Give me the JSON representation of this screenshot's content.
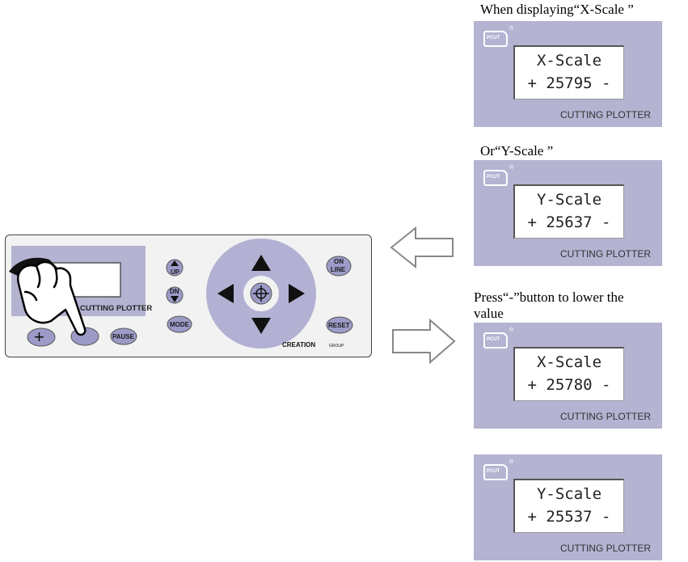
{
  "captions": {
    "c1": "When displaying“X-Scale ”",
    "c2": "Or“Y-Scale ”",
    "c3_line1": "Press“-”button to lower the",
    "c3_line2": "value"
  },
  "lcd_panels": [
    {
      "line1": "X-Scale",
      "line2": "+ 25795 -",
      "brand": "CUTTING PLOTTER"
    },
    {
      "line1": "Y-Scale",
      "line2": "+ 25637 -",
      "brand": "CUTTING PLOTTER"
    },
    {
      "line1": "X-Scale",
      "line2": "+ 25780 -",
      "brand": "CUTTING PLOTTER"
    },
    {
      "line1": "Y-Scale",
      "line2": "+ 25537 -",
      "brand": "CUTTING PLOTTER"
    }
  ],
  "logo_text": "PCUT",
  "control_panel": {
    "brand": "CUTTING PLOTTER",
    "up_label": "UP",
    "dn_label": "DN",
    "mode_label": "MODE",
    "online_l1": "ON",
    "online_l2": "LINE",
    "reset_label": "RESET",
    "pause_label": "PAUSE",
    "plus_label": "+",
    "maker": "CREATION",
    "maker_suffix": "GROUP"
  },
  "colors": {
    "panel": "#b4b3d2",
    "button": "#9c9bc8",
    "keypad_ring": "#b2b1d3"
  }
}
